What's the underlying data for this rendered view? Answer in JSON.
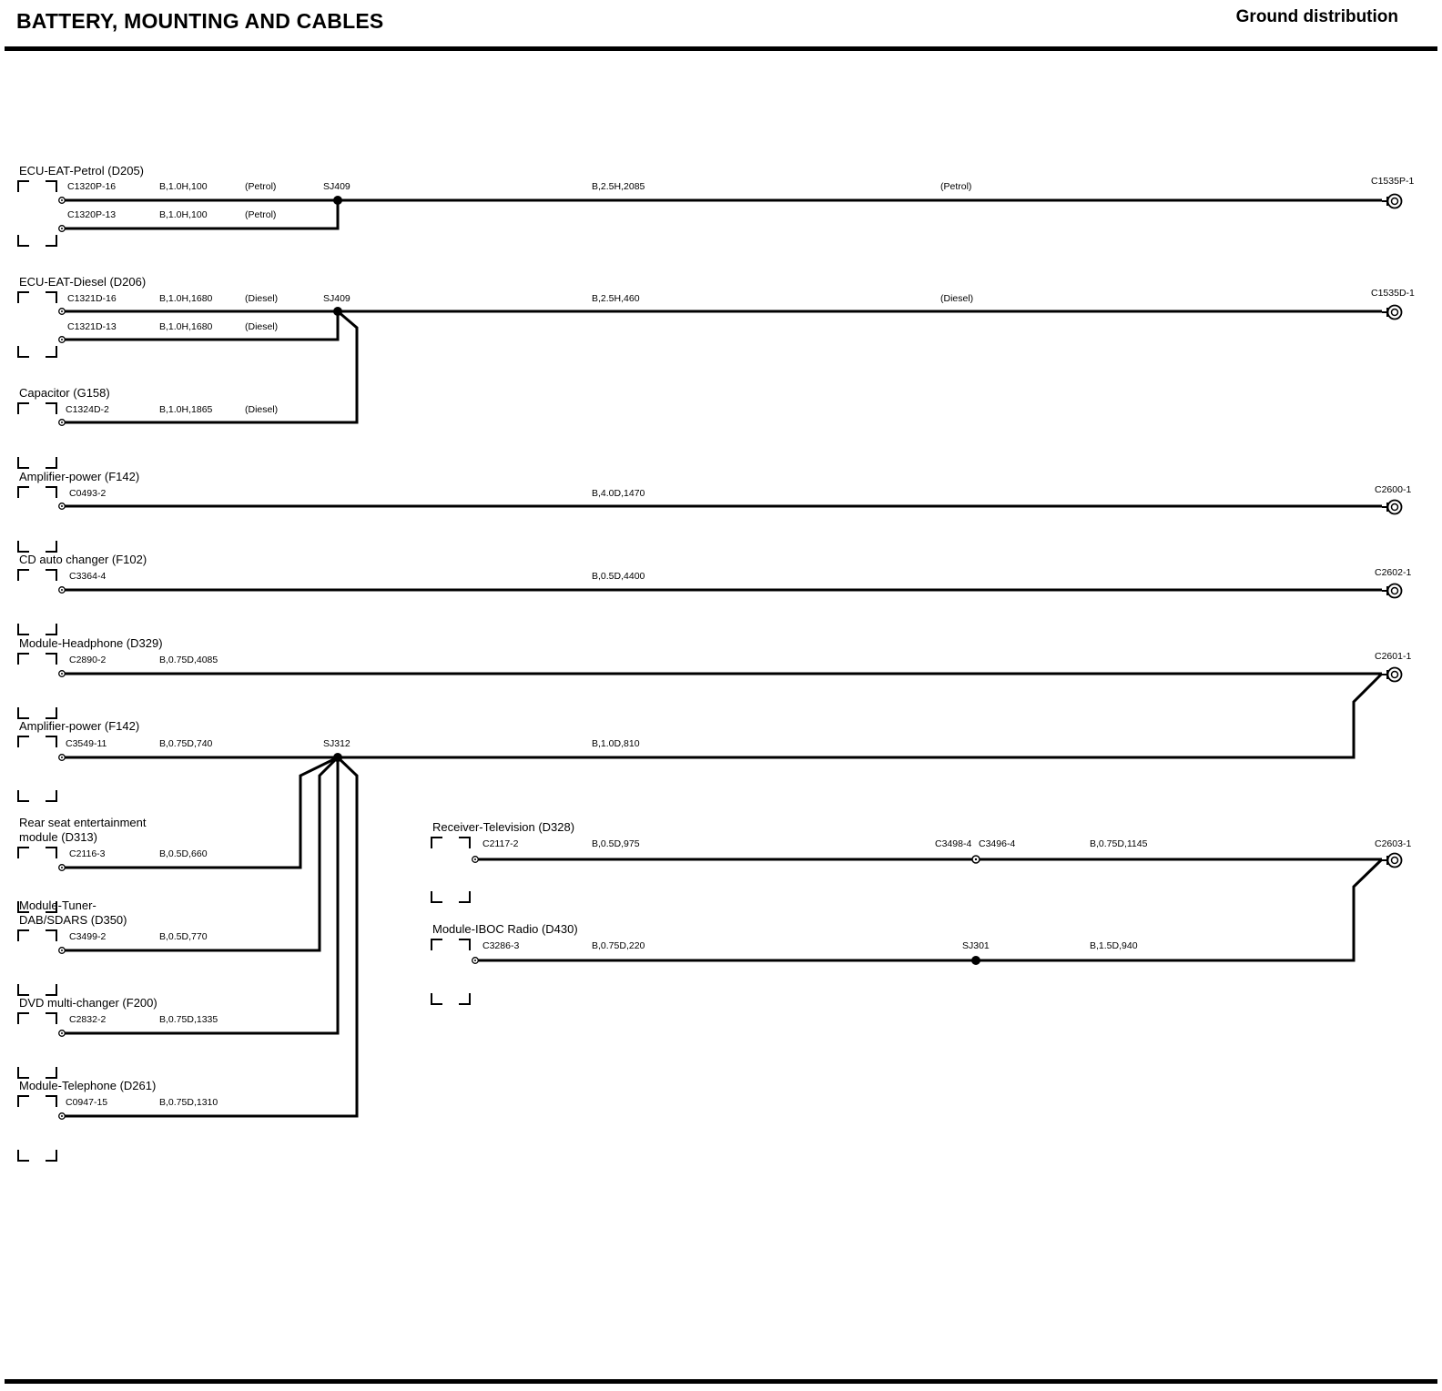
{
  "header": {
    "title": "BATTERY, MOUNTING AND CABLES",
    "section": "Ground distribution"
  },
  "devices": {
    "ecu_petrol": "ECU-EAT-Petrol (D205)",
    "ecu_diesel": "ECU-EAT-Diesel (D206)",
    "capacitor": "Capacitor (G158)",
    "amp_power_1": "Amplifier-power (F142)",
    "cd_changer": "CD auto changer (F102)",
    "headphone": "Module-Headphone (D329)",
    "amp_power_2": "Amplifier-power (F142)",
    "rse_line1": "Rear seat entertainment",
    "rse_line2": "module (D313)",
    "tuner_line1": "Module-Tuner-",
    "tuner_line2": "DAB/SDARS (D350)",
    "dvd": "DVD multi-changer (F200)",
    "telephone": "Module-Telephone (D261)",
    "tv_receiver": "Receiver-Television (D328)",
    "iboc": "Module-IBOC Radio (D430)"
  },
  "connectors": {
    "c1320p_16": "C1320P-16",
    "c1320p_13": "C1320P-13",
    "c1321d_16": "C1321D-16",
    "c1321d_13": "C1321D-13",
    "c1324d_2": "C1324D-2",
    "c0493_2": "C0493-2",
    "c3364_4": "C3364-4",
    "c2890_2": "C2890-2",
    "c3549_11": "C3549-11",
    "c2116_3": "C2116-3",
    "c3499_2": "C3499-2",
    "c2832_2": "C2832-2",
    "c0947_15": "C0947-15",
    "c2117_2": "C2117-2",
    "c3286_3": "C3286-3",
    "c3498_4": "C3498-4",
    "c3496_4": "C3496-4"
  },
  "grounds": {
    "c1535p_1": "C1535P-1",
    "c1535d_1": "C1535D-1",
    "c2600_1": "C2600-1",
    "c2602_1": "C2602-1",
    "c2601_1": "C2601-1",
    "c2603_1": "C2603-1"
  },
  "splices": {
    "sj409_a": "SJ409",
    "sj409_b": "SJ409",
    "sj312": "SJ312",
    "sj301": "SJ301"
  },
  "wires": {
    "w_1320p16": "B,1.0H,100",
    "w_1320p13": "B,1.0H,100",
    "w_petrol_main": "B,2.5H,2085",
    "w_1321d16": "B,1.0H,1680",
    "w_1321d13": "B,1.0H,1680",
    "w_1324d2": "B,1.0H,1865",
    "w_diesel_main": "B,2.5H,460",
    "w_0493": "B,4.0D,1470",
    "w_3364": "B,0.5D,4400",
    "w_2890": "B,0.75D,4085",
    "w_3549": "B,0.75D,740",
    "w_sj312_main": "B,1.0D,810",
    "w_2116": "B,0.5D,660",
    "w_3499": "B,0.5D,770",
    "w_2832": "B,0.75D,1335",
    "w_0947": "B,0.75D,1310",
    "w_2117": "B,0.5D,975",
    "w_3496": "B,0.75D,1145",
    "w_3286": "B,0.75D,220",
    "w_sj301": "B,1.5D,940"
  },
  "options": {
    "petrol_1": "(Petrol)",
    "petrol_2": "(Petrol)",
    "petrol_3": "(Petrol)",
    "diesel_1": "(Diesel)",
    "diesel_2": "(Diesel)",
    "diesel_3": "(Diesel)",
    "diesel_4": "(Diesel)"
  }
}
